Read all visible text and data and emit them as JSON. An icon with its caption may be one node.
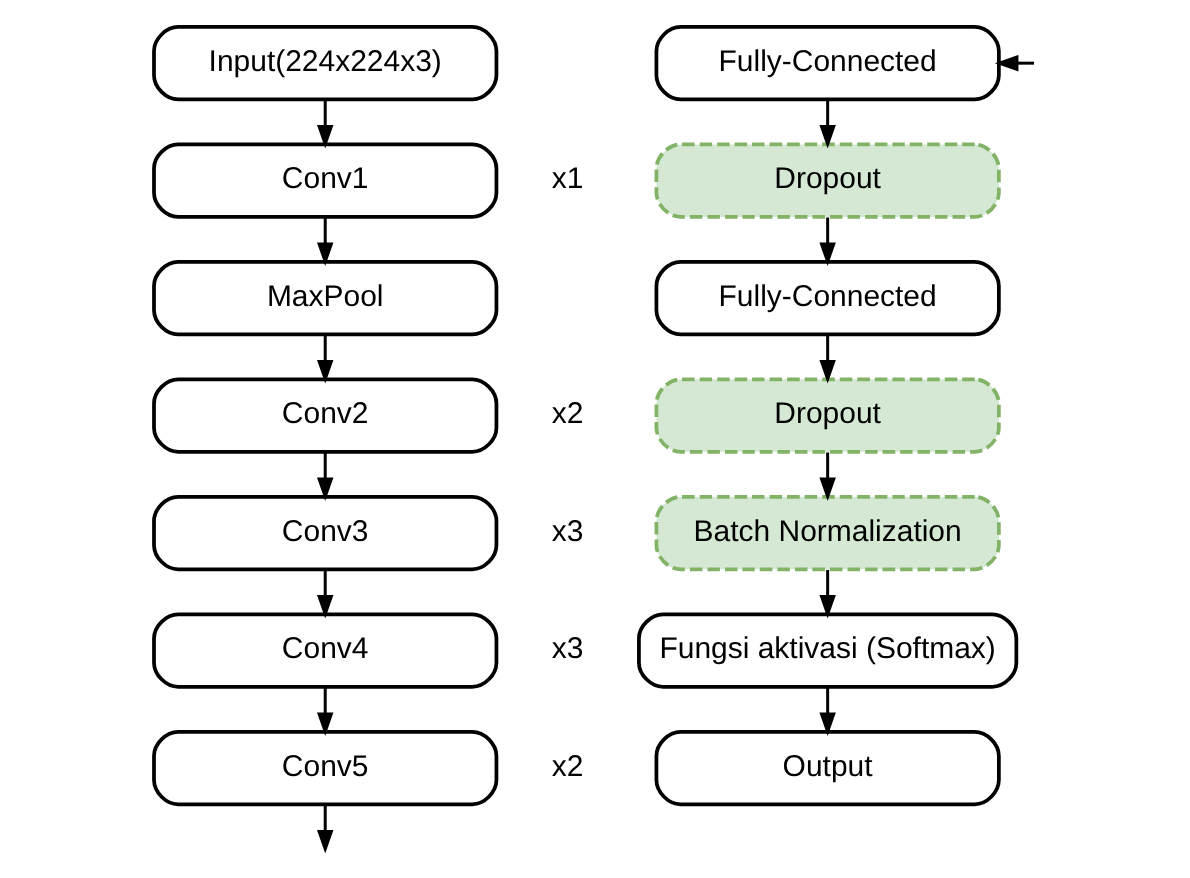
{
  "diagram": {
    "nodes": [
      {
        "text": [
          "Input(224x224x3)"
        ]
      },
      {
        "text": [
          "Conv1"
        ],
        "beside": [
          "x1"
        ]
      },
      {
        "text": [
          "MaxPool"
        ]
      },
      {
        "text": [
          "Conv2"
        ],
        "beside": [
          "x2"
        ]
      },
      {
        "text": [
          "Conv3"
        ],
        "beside": [
          "x3"
        ]
      },
      {
        "text": [
          "Conv4"
        ],
        "beside": [
          "x3"
        ]
      },
      {
        "text": [
          "Conv5"
        ],
        "beside": [
          "x2"
        ]
      },
      {
        "text": [
          "Fully-Connected"
        ]
      },
      {
        "text": [
          "Dropout"
        ]
      },
      {
        "text": [
          "Fully-Connected"
        ]
      },
      {
        "text": [
          "Dropout"
        ]
      },
      {
        "text": [
          "Batch Normalization"
        ]
      },
      {
        "text": [
          "Fungsi aktivasi (Softmax)"
        ]
      },
      {
        "text": [
          "Output"
        ]
      }
    ],
    "edges": [
      {
        "from": 0,
        "to": 1,
        "arrow": "to"
      },
      {
        "from": 1,
        "to": 2,
        "arrow": "to"
      },
      {
        "from": 2,
        "to": 3,
        "arrow": "to"
      },
      {
        "from": 3,
        "to": 4,
        "arrow": "to"
      },
      {
        "from": 4,
        "to": 5,
        "arrow": "to"
      },
      {
        "from": 5,
        "to": 6,
        "arrow": "to"
      },
      {
        "from": 6,
        "to": null,
        "arrow": "to"
      },
      {
        "from": null,
        "to": 7,
        "arrow": "to"
      },
      {
        "from": 7,
        "to": 8,
        "arrow": "to"
      },
      {
        "from": 8,
        "to": 9,
        "arrow": "to"
      },
      {
        "from": 9,
        "to": 10,
        "arrow": "to"
      },
      {
        "from": 10,
        "to": 11,
        "arrow": "to"
      },
      {
        "from": 11,
        "to": 12,
        "arrow": "to"
      },
      {
        "from": 12,
        "to": 13,
        "arrow": "to"
      }
    ]
  }
}
